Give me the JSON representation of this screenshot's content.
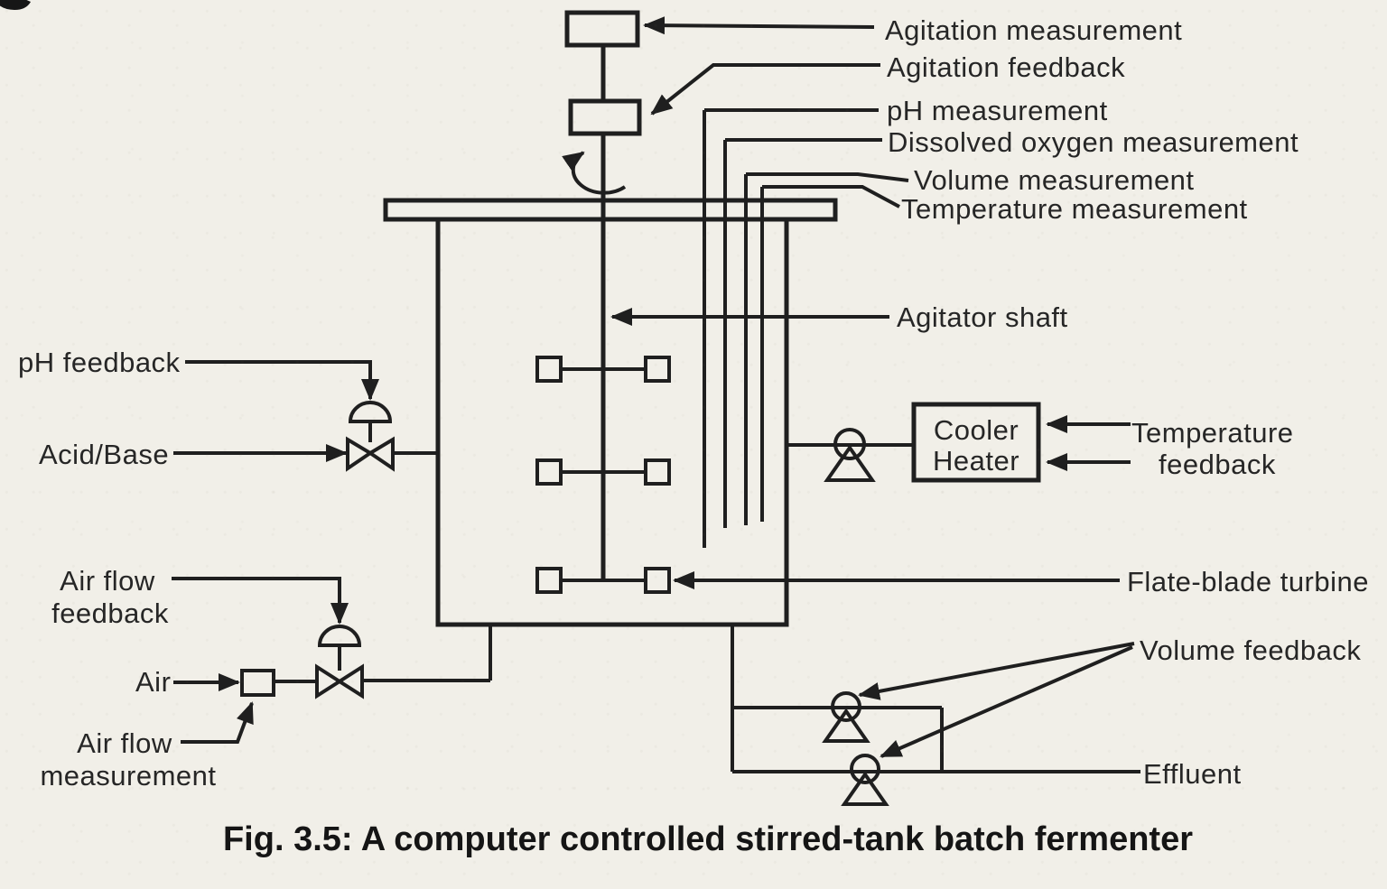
{
  "figure": {
    "caption": "Fig. 3.5: A computer controlled stirred-tank batch fermenter"
  },
  "labels": {
    "agitation_measurement": "Agitation measurement",
    "agitation_feedback": "Agitation feedback",
    "ph_measurement": "pH measurement",
    "dissolved_oxygen_measurement": "Dissolved oxygen measurement",
    "volume_measurement": "Volume measurement",
    "temperature_measurement": "Temperature measurement",
    "agitator_shaft": "Agitator shaft",
    "flat_blade_turbine": "Flate-blade turbine",
    "cooler_line1": "Cooler",
    "cooler_line2": "Heater",
    "temperature_feedback_line1": "Temperature",
    "temperature_feedback_line2": "feedback",
    "volume_feedback": "Volume feedback",
    "effluent": "Effluent",
    "ph_feedback": "pH feedback",
    "acid_base": "Acid/Base",
    "air_flow_feedback_line1": "Air flow",
    "air_flow_feedback_line2": "feedback",
    "air": "Air",
    "air_flow_measurement_line1": "Air flow",
    "air_flow_measurement_line2": "measurement"
  },
  "colors": {
    "ink": "#1f1f1f",
    "paper": "#f1efe8",
    "text": "#262626"
  }
}
